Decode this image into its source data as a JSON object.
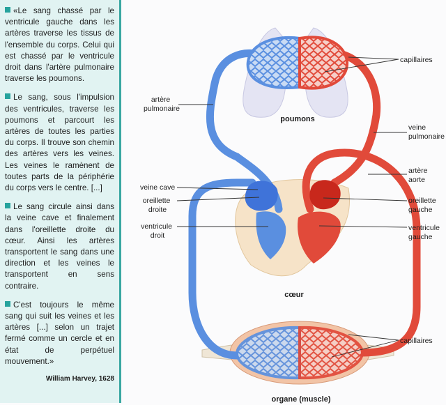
{
  "text": {
    "paragraphs": [
      "«Le sang chassé par le ventricule gauche dans les artères traverse les tissus de l'ensemble du corps. Celui qui est chassé par le ventricule droit dans l'artère pulmonaire traverse les poumons.",
      "Le sang, sous l'impulsion des ventricules, traverse les poumons et parcourt les artères de toutes les parties du corps. Il trouve son chemin des artères vers les veines. Les veines le ramènent de toutes parts de la périphérie du corps vers le centre. [...]",
      "Le sang circule ainsi dans la veine cave et finalement dans l'oreillette droite du cœur. Ainsi les artères transportent le sang dans une direction et les veines le transportent en sens contraire.",
      "C'est toujours le même sang qui suit les veines et les artères [...] selon un trajet fermé comme un cercle et en état de perpétuel mouvement.»"
    ],
    "author": "William Harvey, 1628"
  },
  "diagram": {
    "labels": {
      "capillaires_top": "capillaires",
      "artere_pulmonaire": "artère\npulmonaire",
      "poumons": "poumons",
      "veine_pulmonaire": "veine\npulmonaire",
      "artere_aorte": "artère\naorte",
      "veine_cave": "veine cave",
      "oreillette_droite": "oreillette\ndroite",
      "ventricule_droit": "ventricule\ndroit",
      "oreillette_gauche": "oreillette\ngauche",
      "ventricule_gauche": "ventricule\ngauche",
      "coeur": "cœur",
      "capillaires_bottom": "capillaires",
      "organe": "organe (muscle)"
    },
    "colors": {
      "oxygen_poor": "#5a8fe0",
      "oxygen_rich": "#e14a3a",
      "heart": "#f6e3c8",
      "lungs": "#e4e4f3",
      "muscle": "#f2c4a6",
      "panel_bg": "#e1f3f2",
      "panel_border": "#3aa7a2"
    }
  }
}
